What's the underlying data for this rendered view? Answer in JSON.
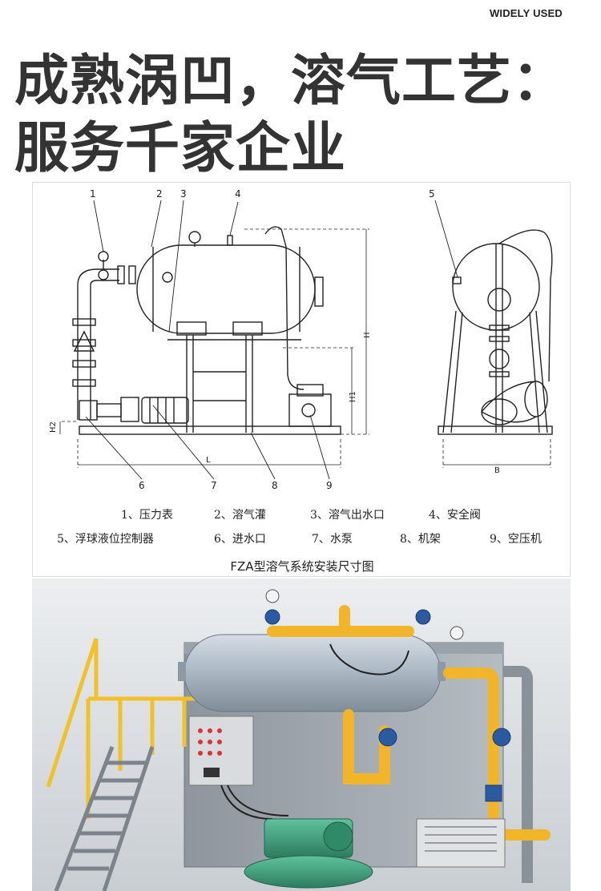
{
  "tag": "WIDELY USED",
  "headline": {
    "line1": "成熟涡凹，溶气工艺：",
    "line2": "服务千家企业"
  },
  "diagram": {
    "numbers": [
      "1",
      "2",
      "3",
      "4",
      "5",
      "6",
      "7",
      "8",
      "9"
    ],
    "dimensions": {
      "h": "H",
      "h1": "H1",
      "h2": "H2",
      "l": "L",
      "b": "B"
    },
    "legend": [
      "1、压力表",
      "2、溶气灌",
      "3、溶气出水口",
      "4、安全阀",
      "5、浮球液位控制器",
      "6、进水口",
      "7、水泵",
      "8、机架",
      "9、空压机"
    ],
    "caption": "FZA型溶气系统安装尺寸图"
  },
  "colors": {
    "headline": "#333333",
    "pipe_yellow": "#f2b52a",
    "tank_gray": "#a9b6c2",
    "pump_green": "#3c9b7a",
    "valve_blue": "#2b5aa0"
  }
}
